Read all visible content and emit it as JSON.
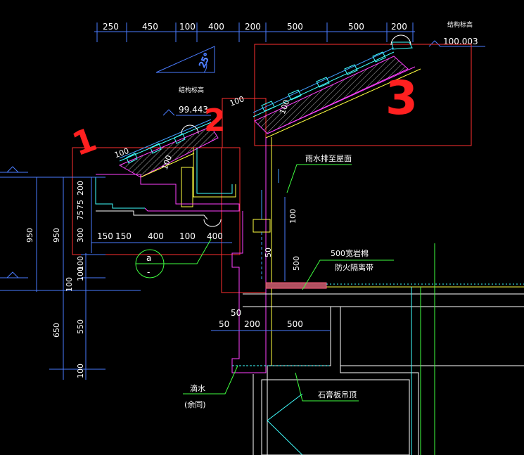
{
  "top_dimensions": [
    "250",
    "450",
    "100",
    "400",
    "200",
    "500",
    "500",
    "200"
  ],
  "angle_label": "25°",
  "elevation_top": {
    "title": "结构标高",
    "value": "100.003"
  },
  "elevation_mid": {
    "title": "结构标高",
    "value": "99.443"
  },
  "roof_annotations": [
    "100",
    "100",
    "100",
    "100"
  ],
  "left_vertical_dims": [
    "950",
    "950",
    "650"
  ],
  "left_detail_dims": [
    "200",
    "75",
    "75",
    "300"
  ],
  "bottom_detail_dims": [
    "150",
    "150",
    "400",
    "100",
    "400"
  ],
  "left_lower_dims": [
    "100",
    "100",
    "100",
    "550",
    "100"
  ],
  "mid_dims": [
    "100",
    "500",
    "50"
  ],
  "lower_dims": [
    "50",
    "50",
    "200",
    "500"
  ],
  "circle_label": "a",
  "notes": {
    "drain": "雨水排至屋面",
    "rockwool_line1": "500宽岩棉",
    "rockwool_line2": "防火隔离带",
    "drip_line1": "滴水",
    "drip_line2": "(余同)",
    "ceiling": "石膏板吊顶"
  },
  "hand_marks": [
    "1",
    "2",
    "3"
  ]
}
